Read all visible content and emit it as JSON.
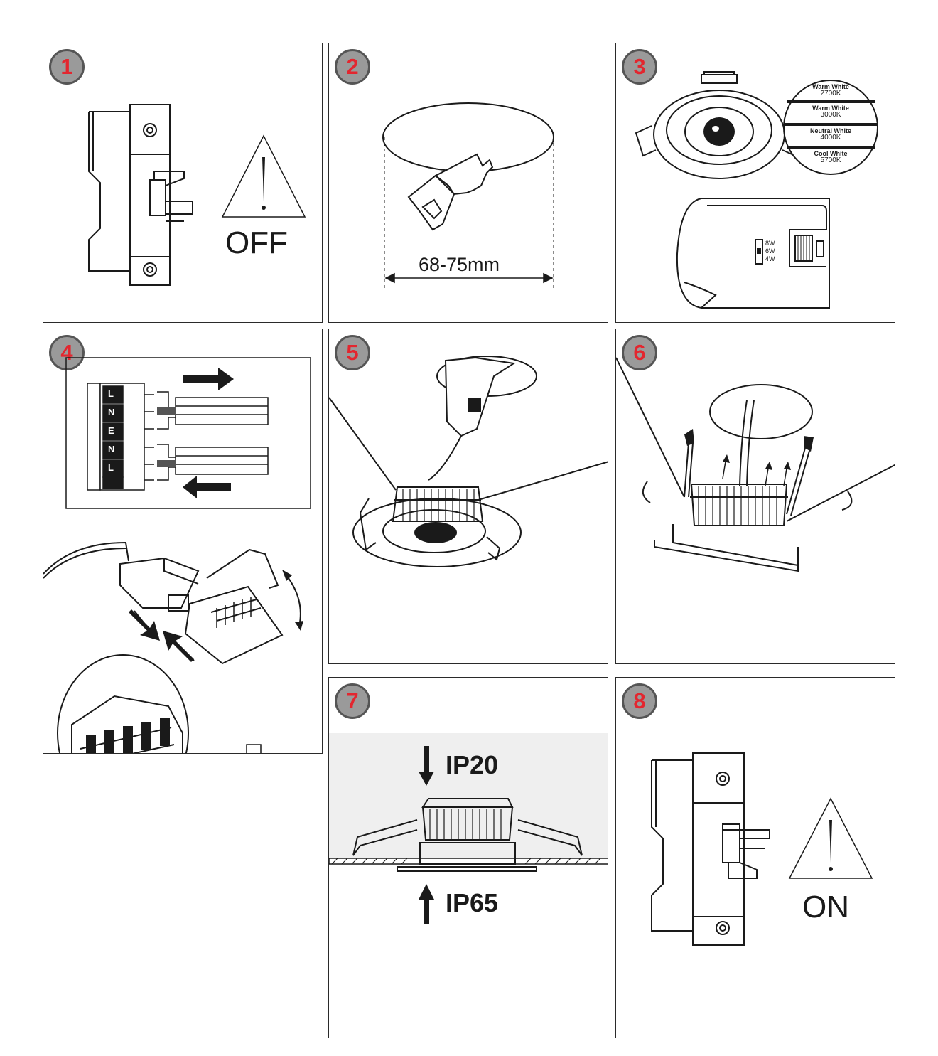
{
  "steps": [
    {
      "number": "1",
      "label": "OFF"
    },
    {
      "number": "2",
      "dimension": "68-75mm"
    },
    {
      "number": "3",
      "color_temps": [
        {
          "name": "Warm White",
          "kelvin": "2700K"
        },
        {
          "name": "Warm White",
          "kelvin": "3000K"
        },
        {
          "name": "Neutral White",
          "kelvin": "4000K"
        },
        {
          "name": "Cool White",
          "kelvin": "5700K"
        }
      ],
      "wattages": [
        "8W",
        "6W",
        "4W"
      ]
    },
    {
      "number": "4",
      "terminals": [
        "L",
        "N",
        "E",
        "N",
        "L"
      ]
    },
    {
      "number": "5"
    },
    {
      "number": "6"
    },
    {
      "number": "7",
      "ip_top": "IP20",
      "ip_bottom": "IP65"
    },
    {
      "number": "8",
      "label": "ON"
    }
  ],
  "colors": {
    "badge_fill": "#9a9a9a",
    "badge_number": "#e3262f",
    "ceiling_zone": "#efefef",
    "line": "#1a1a1a"
  }
}
